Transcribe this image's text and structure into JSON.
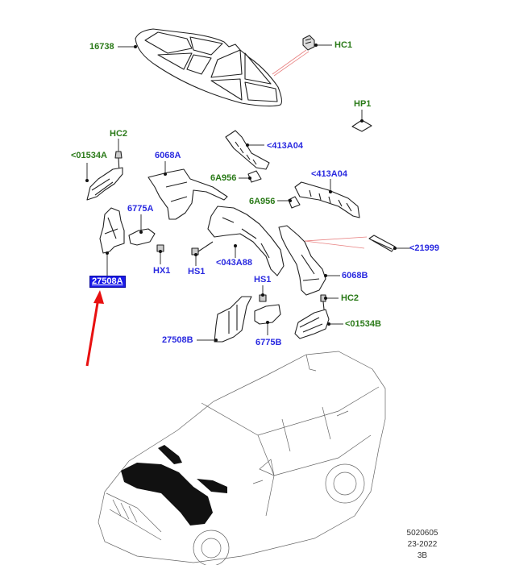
{
  "diagram": {
    "title": "Bonnet insulation / front wheelhouse splash shields exploded view",
    "colors": {
      "oem_label": "#2a7a18",
      "part_label": "#2a2ae0",
      "selected_bg": "#1a1ae8",
      "arrow": "#e81010",
      "leader_red": "#e88080"
    },
    "callouts": [
      {
        "id": "16738",
        "text": "16738",
        "kind": "green"
      },
      {
        "id": "HC1",
        "text": "HC1",
        "kind": "green"
      },
      {
        "id": "HP1",
        "text": "HP1",
        "kind": "green"
      },
      {
        "id": "HC2-top",
        "text": "HC2",
        "kind": "green"
      },
      {
        "id": "01534A",
        "text": "<01534A",
        "kind": "green"
      },
      {
        "id": "6068A",
        "text": "6068A",
        "kind": "blue"
      },
      {
        "id": "413A04-top",
        "text": "<413A04",
        "kind": "blue"
      },
      {
        "id": "6A956-top",
        "text": "6A956",
        "kind": "green"
      },
      {
        "id": "413A04-right",
        "text": "<413A04",
        "kind": "blue"
      },
      {
        "id": "6A956-mid",
        "text": "6A956",
        "kind": "green"
      },
      {
        "id": "6775A",
        "text": "6775A",
        "kind": "blue"
      },
      {
        "id": "21999",
        "text": "<21999",
        "kind": "blue"
      },
      {
        "id": "043A88",
        "text": "<043A88",
        "kind": "blue"
      },
      {
        "id": "HX1",
        "text": "HX1",
        "kind": "blue"
      },
      {
        "id": "HS1-left",
        "text": "HS1",
        "kind": "blue"
      },
      {
        "id": "27508A",
        "text": "27508A",
        "kind": "selected"
      },
      {
        "id": "HS1-mid",
        "text": "HS1",
        "kind": "blue"
      },
      {
        "id": "6068B",
        "text": "6068B",
        "kind": "blue"
      },
      {
        "id": "HC2-bottom",
        "text": "HC2",
        "kind": "green"
      },
      {
        "id": "01534B",
        "text": "<01534B",
        "kind": "green"
      },
      {
        "id": "27508B",
        "text": "27508B",
        "kind": "blue"
      },
      {
        "id": "6775B",
        "text": "6775B",
        "kind": "blue"
      }
    ],
    "reference": {
      "line1": "5020605",
      "line2": "23-2022",
      "line3": "3B"
    }
  }
}
